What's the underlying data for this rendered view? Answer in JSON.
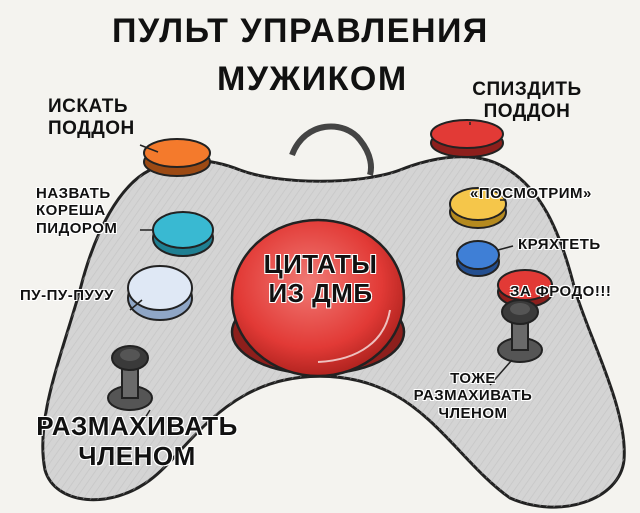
{
  "title": {
    "line1": "ПУЛЬТ УПРАВЛЕНИЯ",
    "line2": "МУЖИКОМ"
  },
  "buttons": {
    "top_left": "ИСКАТЬ ПОДДОН",
    "top_right": "СПИЗДИТЬ ПОДДОН",
    "left_cyan": "НАЗВАТЬ КОРЕША ПИДОРОМ",
    "left_white": "ПУ-ПУ-ПУУУ",
    "right_yellow": "«ПОСМОТРИМ»",
    "right_blue": "КРЯХТЕТЬ",
    "right_red": "ЗА ФРОДО!!!",
    "center_big": "ЦИТАТЫ ИЗ ДМБ",
    "stick_left": "РАЗМАХИВАТЬ ЧЛЕНОМ",
    "stick_right": "ТОЖЕ РАЗМАХИВАТЬ ЧЛЕНОМ"
  },
  "colors": {
    "controller": "#cfcfcf",
    "orange": "#f47a2c",
    "red": "#e23a36",
    "yellow": "#f5c64a",
    "cyan": "#39b9d2",
    "blue": "#3f7fd6",
    "white_button": "#dfe8f5"
  }
}
